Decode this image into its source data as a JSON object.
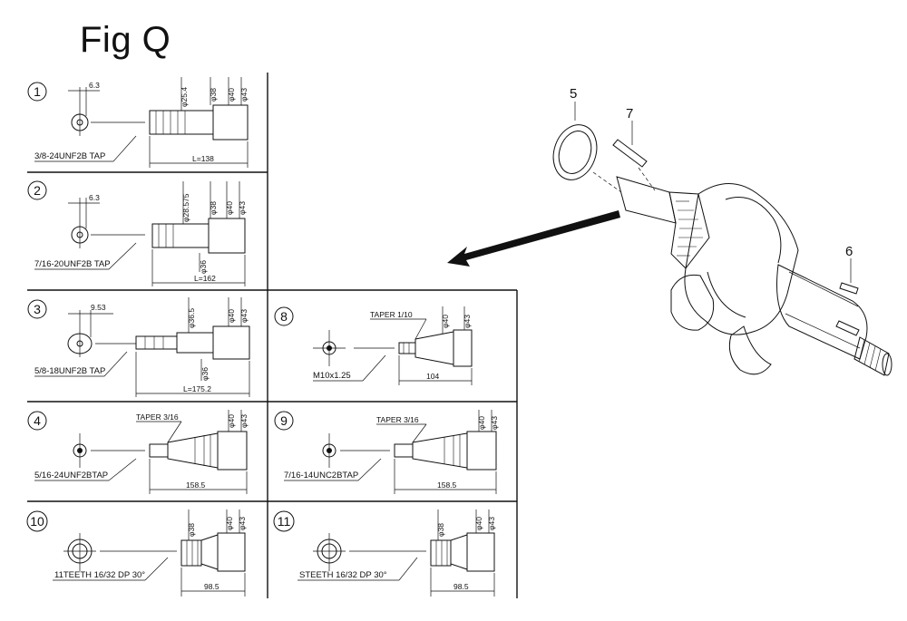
{
  "title": "Fig Q",
  "panels": [
    {
      "id": "1",
      "tap": "3/8-24UNF2B TAP",
      "length": "L=138",
      "top_dim": "6.3",
      "diams": [
        "φ25.4",
        "φ38",
        "φ40",
        "φ43"
      ]
    },
    {
      "id": "2",
      "tap": "7/16-20UNF2B TAP",
      "length": "L=162",
      "top_dim": "6.3",
      "diams": [
        "φ28.575",
        "φ38",
        "φ40",
        "φ43"
      ],
      "extra_diam": "φ36"
    },
    {
      "id": "3",
      "tap": "5/8-18UNF2B TAP",
      "length": "L=175.2",
      "top_dim": "9.53",
      "diams": [
        "φ36.5",
        "φ40",
        "φ43"
      ],
      "extra_diam": "φ36"
    },
    {
      "id": "4",
      "tap": "5/16-24UNF2BTAP",
      "length": "158.5",
      "taper": "TAPER 3/16",
      "diams": [
        "φ40",
        "φ43"
      ]
    },
    {
      "id": "8",
      "tap": "M10x1.25",
      "length": "104",
      "taper": "TAPER 1/10",
      "diams": [
        "φ40",
        "φ43"
      ]
    },
    {
      "id": "9",
      "tap": "7/16-14UNC2BTAP",
      "length": "158.5",
      "taper": "TAPER 3/16",
      "diams": [
        "φ40",
        "φ43"
      ]
    },
    {
      "id": "10",
      "tap": "11TEETH 16/32 DP 30°",
      "length": "98.5",
      "diams": [
        "φ38",
        "φ40",
        "φ43"
      ]
    },
    {
      "id": "11",
      "tap": "STEETH 16/32 DP 30°",
      "length": "98.5",
      "diams": [
        "φ38",
        "φ40",
        "φ43"
      ]
    }
  ],
  "callouts": [
    "5",
    "7",
    "6"
  ]
}
